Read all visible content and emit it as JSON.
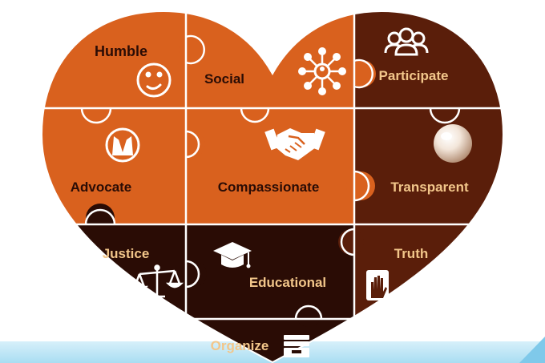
{
  "colors": {
    "orange": "#D9611E",
    "brown": "#5A1E0A",
    "dark": "#2A0C05",
    "label_light": "#F2C68A",
    "label_dark": "#2A0C05",
    "seam": "#FFFFFF",
    "bottom_band": "#BFE6F6"
  },
  "pieces": [
    {
      "key": "humble",
      "label": "Humble",
      "icon": "smiley-face-icon",
      "color": "orange"
    },
    {
      "key": "social",
      "label": "Social",
      "icon": "network-people-icon",
      "color": "orange"
    },
    {
      "key": "participate",
      "label": "Participate",
      "icon": "group-people-icon",
      "color": "brown"
    },
    {
      "key": "advocate",
      "label": "Advocate",
      "icon": "lawyer-robe-icon",
      "color": "orange"
    },
    {
      "key": "compassionate",
      "label": "Compassionate",
      "icon": "handshake-icon",
      "color": "orange"
    },
    {
      "key": "transparent",
      "label": "Transparent",
      "icon": "pearl-orb-icon",
      "color": "brown"
    },
    {
      "key": "justice",
      "label": "Justice",
      "icon": "scales-icon",
      "color": "dark"
    },
    {
      "key": "educational",
      "label": "Educational",
      "icon": "graduation-cap-icon",
      "color": "dark"
    },
    {
      "key": "truth",
      "label": "Truth",
      "icon": "raised-hand-icon",
      "color": "brown"
    },
    {
      "key": "organize",
      "label": "Organize",
      "icon": "file-drawer-icon",
      "color": "dark"
    }
  ]
}
